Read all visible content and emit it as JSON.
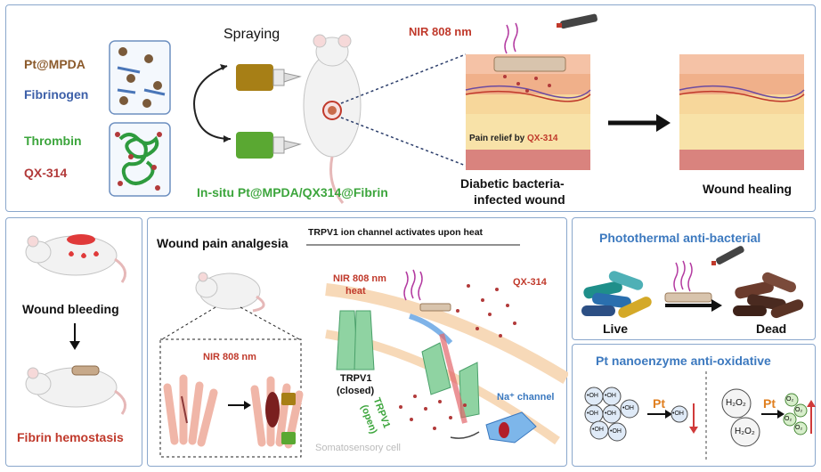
{
  "top": {
    "legend": {
      "pt_mpda": "Pt@MPDA",
      "fibrinogen": "Fibrinogen",
      "thrombin": "Thrombin",
      "qx314": "QX-314"
    },
    "spraying": "Spraying",
    "in_situ_label": "In-situ Pt@MPDA/QX314@Fibrin",
    "nir_label": "NIR 808 nm",
    "pain_relief_prefix": "Pain relief by ",
    "pain_relief_drug": "QX-314",
    "wound_caption_line1": "Diabetic  bacteria-",
    "wound_caption_line2": "infected wound",
    "healing_caption": "Wound healing"
  },
  "hemostasis": {
    "bleeding": "Wound bleeding",
    "fibrin": "Fibrin hemostasis"
  },
  "analgesia": {
    "title": "Wound pain analgesia",
    "trpv1_header": "TRPV1 ion channel activates upon heat",
    "inset_nir": "NIR 808 nm",
    "nir_heat_line1": "NIR 808 nm",
    "nir_heat_line2": "heat",
    "qx314": "QX-314",
    "trpv1_closed_line1": "TRPV1",
    "trpv1_closed_line2": "(closed)",
    "trpv1_open_line1": "TRPV1",
    "trpv1_open_line2": "(open)",
    "na_channel": "Na⁺ channel",
    "somatosensory": "Somatosensory cell"
  },
  "photothermal": {
    "title": "Photothermal  anti-bacterial",
    "live": "Live",
    "dead": "Dead"
  },
  "nanoenzyme": {
    "title": "Pt nanoenzyme anti-oxidative",
    "pt1": "Pt",
    "pt2": "Pt",
    "oh": "•OH",
    "h2o2": "H₂O₂",
    "o2": "O₂"
  },
  "colors": {
    "panel_border": "#8aa7cc",
    "title_blue": "#3c79bf",
    "green": "#3ca53c",
    "red_label": "#c0392b",
    "brown": "#8b5a2b"
  }
}
